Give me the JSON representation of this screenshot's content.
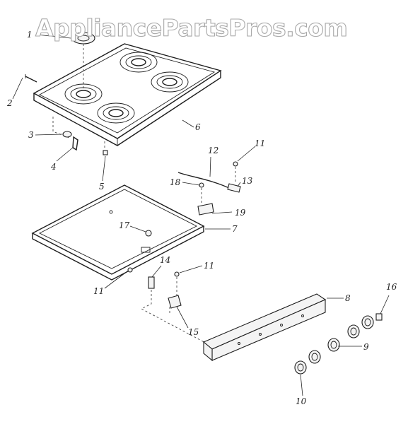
{
  "watermark": "AppliancePartsPros.com",
  "callouts": [
    {
      "id": "1",
      "label": "1"
    },
    {
      "id": "2",
      "label": "2"
    },
    {
      "id": "3",
      "label": "3"
    },
    {
      "id": "4",
      "label": "4"
    },
    {
      "id": "5",
      "label": "5"
    },
    {
      "id": "6",
      "label": "6"
    },
    {
      "id": "7",
      "label": "7"
    },
    {
      "id": "8",
      "label": "8"
    },
    {
      "id": "9",
      "label": "9"
    },
    {
      "id": "10",
      "label": "10"
    },
    {
      "id": "11a",
      "label": "11"
    },
    {
      "id": "11b",
      "label": "11"
    },
    {
      "id": "11c",
      "label": "11"
    },
    {
      "id": "12",
      "label": "12"
    },
    {
      "id": "13",
      "label": "13"
    },
    {
      "id": "14",
      "label": "14"
    },
    {
      "id": "15",
      "label": "15"
    },
    {
      "id": "16",
      "label": "16"
    },
    {
      "id": "17",
      "label": "17"
    },
    {
      "id": "18",
      "label": "18"
    },
    {
      "id": "19",
      "label": "19"
    }
  ]
}
